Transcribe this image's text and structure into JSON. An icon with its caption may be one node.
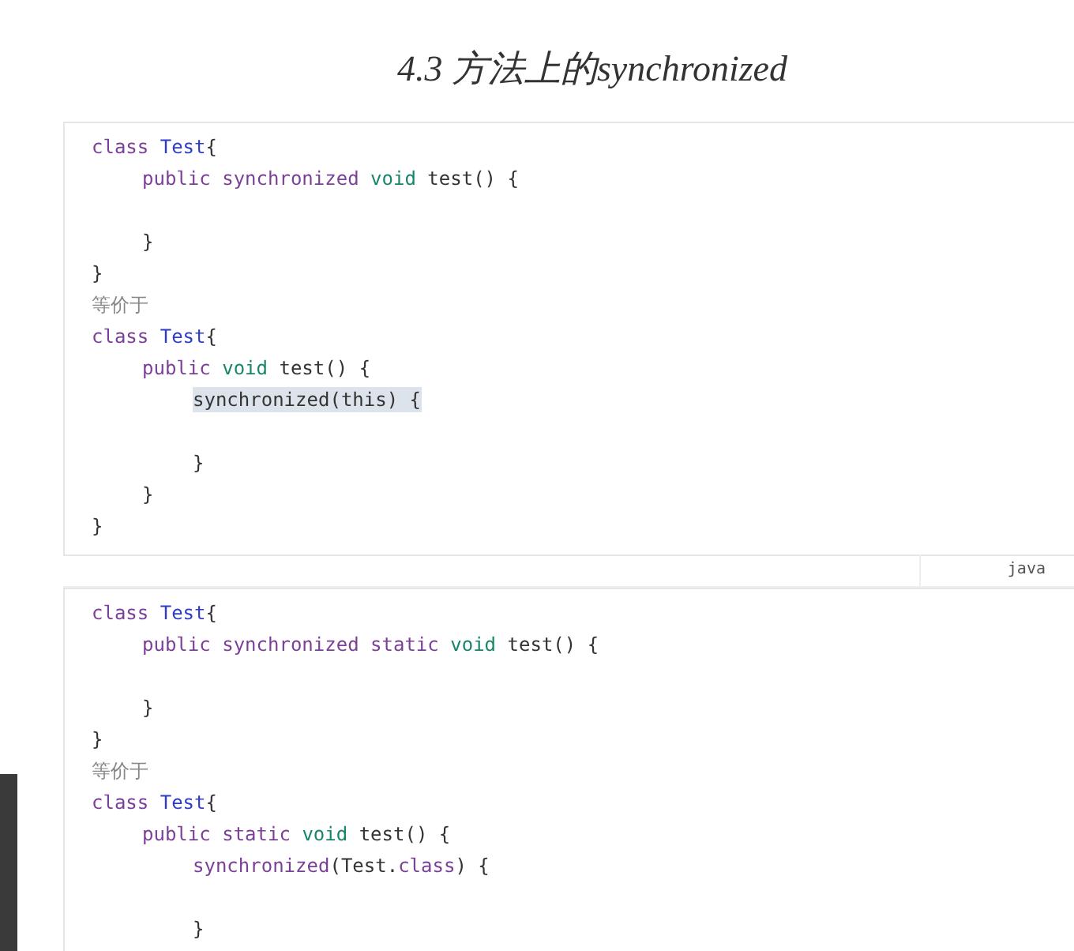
{
  "diagram": {
    "title": "4.3 方法上的synchronized",
    "nodes": [
      {
        "text": [
          "class Test{",
          "public synchronized void test() {",
          "}",
          "}",
          "等价于",
          "class Test{",
          "public void test() {",
          "synchronized(this) {",
          "}",
          "}",
          "}"
        ],
        "beside": [
          "java"
        ]
      },
      {
        "text": [
          "class Test{",
          "public synchronized static void test() {",
          "}",
          "}",
          "等价于",
          "class Test{",
          "public static void test() {",
          "synchronized(Test.class) {",
          "}"
        ]
      }
    ]
  }
}
